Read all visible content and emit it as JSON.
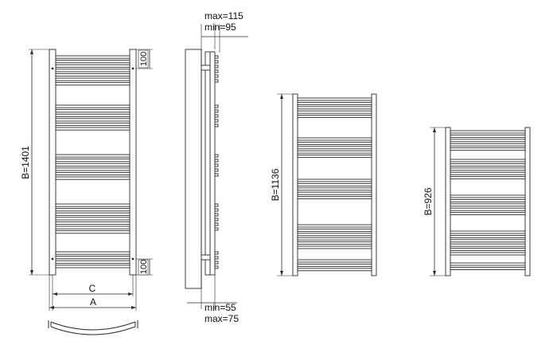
{
  "labels": {
    "b_1401": "B=1401",
    "b_1136": "B=1136",
    "b_926": "B=926",
    "dim_100_top": "100",
    "dim_100_bottom": "100",
    "dim_c": "C",
    "dim_a": "A",
    "max_115": "max=115",
    "min_95": "min=95",
    "min_55": "min=55",
    "max_75": "max=75"
  }
}
